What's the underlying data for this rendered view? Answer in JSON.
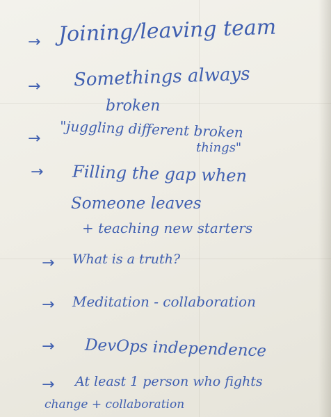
{
  "notes": {
    "arrow": "→",
    "items": [
      {
        "lines": [
          "Joining/leaving team"
        ]
      },
      {
        "lines": [
          "Somethings always",
          "broken"
        ]
      },
      {
        "lines": [
          "\"juggling different broken",
          "things\""
        ]
      },
      {
        "lines": [
          "Filling the gap when",
          "Someone leaves",
          "+ teaching new starters"
        ]
      },
      {
        "lines": [
          "What is a truth?"
        ]
      },
      {
        "lines": [
          "Meditation - collaboration"
        ]
      },
      {
        "lines": [
          "DevOps independence"
        ]
      },
      {
        "lines": [
          "At least 1 person who fights",
          "change + collaboration"
        ]
      }
    ]
  }
}
